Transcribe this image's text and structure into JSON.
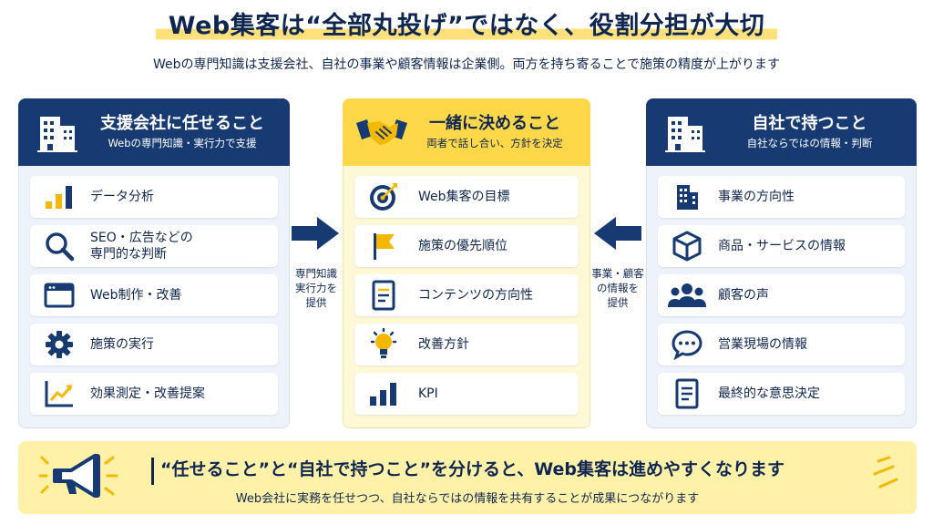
{
  "title": "Web集客は“全部丸投げ”ではなく、役割分担が大切",
  "subtitle": "Webの専門知識は支援会社、自社の事業や顧客情報は企業側。両方を持ち寄ることで施策の精度が上がります",
  "left": {
    "title": "支援会社に任せること",
    "sub": "Webの専門知識・実行力で支援",
    "items": [
      {
        "icon": "bar-chart-icon",
        "label": "データ分析"
      },
      {
        "icon": "magnifier-icon",
        "label": "SEO・広告などの\n専門的な判断"
      },
      {
        "icon": "browser-window-icon",
        "label": "Web制作・改善"
      },
      {
        "icon": "gear-icon",
        "label": "施策の実行"
      },
      {
        "icon": "trend-chart-icon",
        "label": "効果測定・改善提案"
      }
    ]
  },
  "center": {
    "title": "一緒に決めること",
    "sub": "両者で話し合い、方針を決定",
    "items": [
      {
        "icon": "target-icon",
        "label": "Web集客の目標"
      },
      {
        "icon": "flag-icon",
        "label": "施策の優先順位"
      },
      {
        "icon": "document-icon",
        "label": "コンテンツの方向性"
      },
      {
        "icon": "lightbulb-icon",
        "label": "改善方針"
      },
      {
        "icon": "kpi-bars-icon",
        "label": "KPI"
      }
    ]
  },
  "right": {
    "title": "自社で持つこと",
    "sub": "自社ならではの情報・判断",
    "items": [
      {
        "icon": "building-icon",
        "label": "事業の方向性"
      },
      {
        "icon": "box-icon",
        "label": "商品・サービスの情報"
      },
      {
        "icon": "people-icon",
        "label": "顧客の声"
      },
      {
        "icon": "chat-bubble-icon",
        "label": "営業現場の情報"
      },
      {
        "icon": "checklist-icon",
        "label": "最終的な意思決定"
      }
    ]
  },
  "arrow_left_caption": "専門知識\n実行力を\n提供",
  "arrow_right_caption": "事業・顧客\nの情報を\n提供",
  "banner": {
    "title": "“任せること”と“自社で持つこと”を分けると、Web集客は進めやすくなります",
    "sub": "Web会社に実務を任せつつ、自社ならではの情報を共有することが成果につながります"
  },
  "colors": {
    "navy": "#173a72",
    "yellow": "#ffd84a",
    "pale_yellow": "#fff1a8",
    "pale_blue": "#eef3fb"
  }
}
